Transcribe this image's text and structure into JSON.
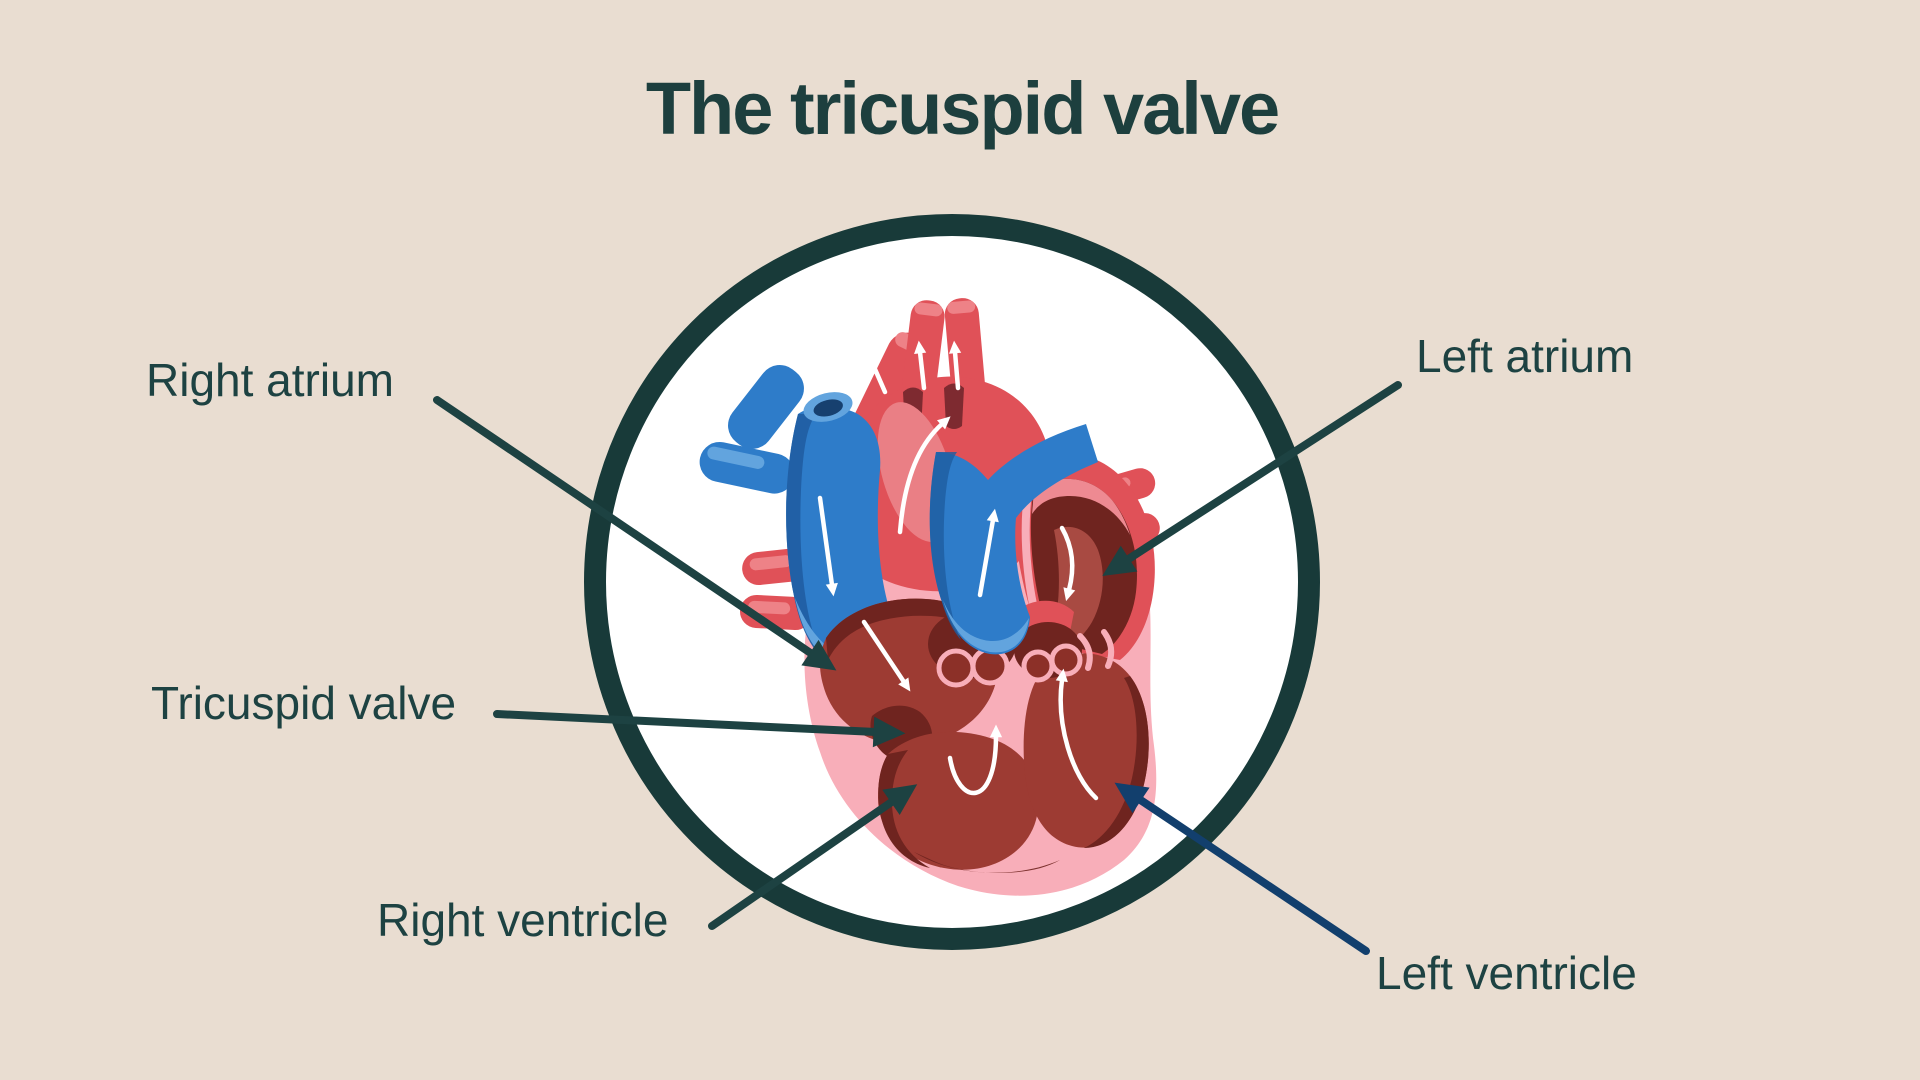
{
  "title": "The tricuspid valve",
  "diagram": {
    "subject": "heart-cross-section-in-circular-badge",
    "labels": [
      {
        "id": "right-atrium",
        "text": "Right atrium"
      },
      {
        "id": "left-atrium",
        "text": "Left atrium"
      },
      {
        "id": "tricuspid-valve",
        "text": "Tricuspid valve"
      },
      {
        "id": "right-ventricle",
        "text": "Right ventricle"
      },
      {
        "id": "left-ventricle",
        "text": "Left ventricle"
      }
    ],
    "colors": {
      "background": "#e9ddd1",
      "badge_ring": "#183a39",
      "badge_fill": "#ffffff",
      "text_teal": "#1d4242",
      "leader_teal": "#1d4242",
      "leader_navy": "#123f6d",
      "artery_red": "#e05158",
      "artery_red_light": "#ee8287",
      "artery_notch": "#7e2a30",
      "vein_blue": "#2e7cc9",
      "vein_blue_dark": "#1e5ca0",
      "vein_blue_light": "#62a4de",
      "heart_pink": "#f8aeb9",
      "chamber_maroon": "#9d3b33",
      "chamber_shadow": "#6f241f",
      "chamber_mid": "#8c3028",
      "flow_arrow": "#ffffff"
    }
  }
}
